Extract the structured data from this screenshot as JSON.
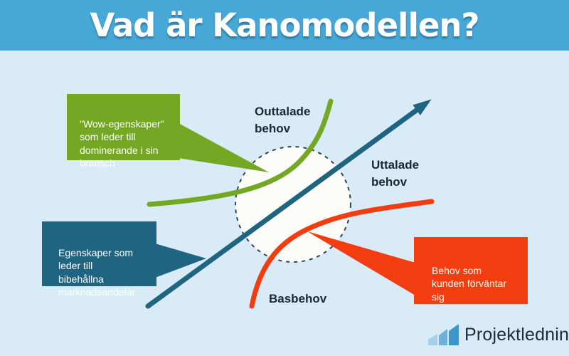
{
  "title": "Vad är Kanomodellen?",
  "diagram": {
    "labels": {
      "outtalade": "Outtalade\nbehov",
      "uttalade": "Uttalade\nbehov",
      "basbehov": "Basbehov"
    },
    "callouts": {
      "wow": "\"Wow-egenskaper\"\nsom leder till\ndominerande i sin\nbransch",
      "retain": "Egenskaper som\nleder till\nbibehållna\nmarknadsandelar",
      "expected": "Behov som\nkunden förväntar\nsig"
    }
  },
  "brand": {
    "name": "Projektledning"
  },
  "colors": {
    "header_bg": "#47A7D7",
    "page_bg": "#D8EBF6",
    "title_text": "#FFFFFF",
    "label_text": "#1B2836",
    "green": "#74A724",
    "teal": "#1F6480",
    "red": "#F23D10",
    "circle_fill": "#FCFDF8",
    "circle_border": "#35424E",
    "logo_light": "#A9CFE8",
    "logo_mid": "#6FB0DB",
    "logo_dark": "#3D95CC",
    "brand_text": "#1C2B39"
  }
}
